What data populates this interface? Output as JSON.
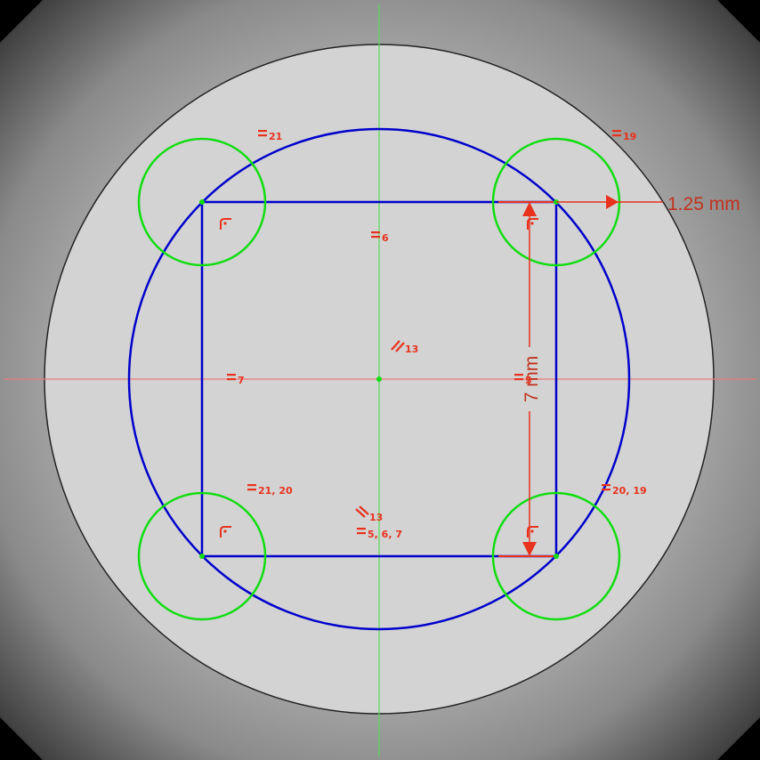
{
  "dimensions": {
    "horizontal": "1.25 mm",
    "vertical": "7 mm"
  },
  "constraints": {
    "top_left_circle": "21",
    "top_right_circle": "19",
    "top_edge": "6",
    "left_edge": "7",
    "right_edge": "5",
    "center_parallel": "13",
    "bottom_parallel": "13",
    "bottom_left_circle": "21, 20",
    "bottom_right_circle": "20, 19",
    "bottom_edge": "5, 6, 7"
  },
  "colors": {
    "background_part": "#d3d3d3",
    "sketch_geometry": "#0000cc",
    "construction_circles": "#11dd11",
    "constraints": "#e8321e",
    "axis_horizontal": "#ee7777",
    "axis_vertical": "#55dd55"
  },
  "icons": {
    "equal": "equal-constraint-icon",
    "parallel": "parallel-constraint-icon",
    "perpendicular": "perpendicular-constraint-icon"
  }
}
